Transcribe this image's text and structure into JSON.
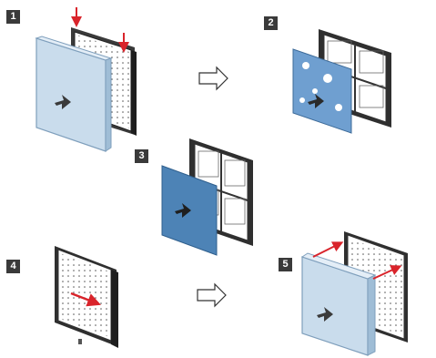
{
  "steps": [
    {
      "number": "1"
    },
    {
      "number": "2"
    },
    {
      "number": "3"
    },
    {
      "number": "4"
    },
    {
      "number": "5"
    }
  ],
  "colors": {
    "cover_light": "#c9dcec",
    "cover_light_edge": "#8fb0cc",
    "cover_blue": "#4d83b6",
    "cover_blue_dark": "#2f5f8d",
    "frame": "#2b2b2b",
    "arrow_red": "#d9242b",
    "badge": "#3a3a3a"
  },
  "icons": [
    "next-arrow-icon",
    "next-arrow-icon",
    "red-push-arrow-icon",
    "red-slide-arrow-icon"
  ]
}
